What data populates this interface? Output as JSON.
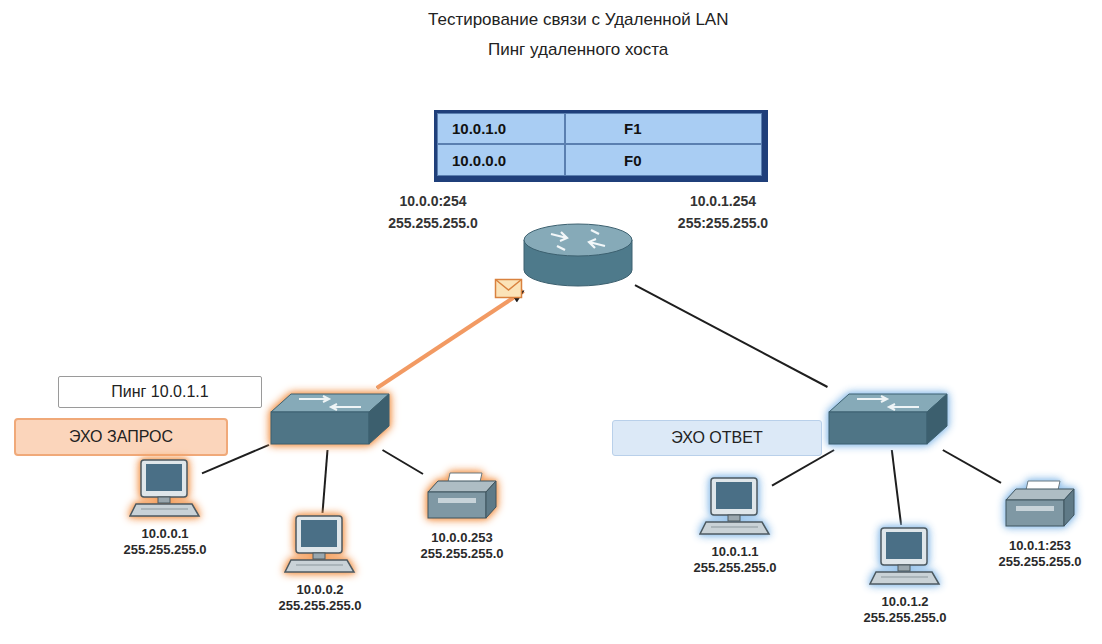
{
  "diagram": {
    "title": "Тестирование связи с Удаленной LAN",
    "nodes": [
      {
        "text": [
          "10.0.0:254 255.255.255.0",
          "10.0.1.254 255:255.255.0"
        ]
      },
      {
        "text": []
      },
      {
        "text": []
      },
      {
        "text": [
          "Пинг 10.0.1.1"
        ]
      },
      {
        "text": [
          "ЭХО ЗАПРОС"
        ]
      },
      {
        "text": [
          "ЭХО ОТВЕТ"
        ]
      },
      {
        "text": [
          "10.0.0.1 255.255.255.0"
        ]
      },
      {
        "text": [
          "10.0.0.2 255.255.255.0"
        ]
      },
      {
        "text": [
          "10.0.0.253 255.255.255.0"
        ]
      },
      {
        "text": [
          "10.0.1.1 255.255.255.0"
        ]
      },
      {
        "text": [
          "10.0.1.2 255.255.255.0"
        ]
      },
      {
        "text": [
          "10.0.1:253 255.255.255.0"
        ]
      }
    ],
    "edges": [
      {
        "from": 1,
        "to": 0,
        "arrow": "to"
      },
      {
        "from": 0,
        "to": 2,
        "arrow": "none"
      },
      {
        "from": 1,
        "to": 6,
        "arrow": "none"
      },
      {
        "from": 1,
        "to": 7,
        "arrow": "none"
      },
      {
        "from": 1,
        "to": 8,
        "arrow": "none"
      },
      {
        "from": 2,
        "to": 9,
        "arrow": "none"
      },
      {
        "from": 2,
        "to": 10,
        "arrow": "none"
      },
      {
        "from": 2,
        "to": 11,
        "arrow": "none"
      }
    ],
    "labels": [
      "Пинг удаленного хоста",
      "10.0.1.0",
      "F1",
      "10.0.0.0",
      "F0"
    ]
  }
}
